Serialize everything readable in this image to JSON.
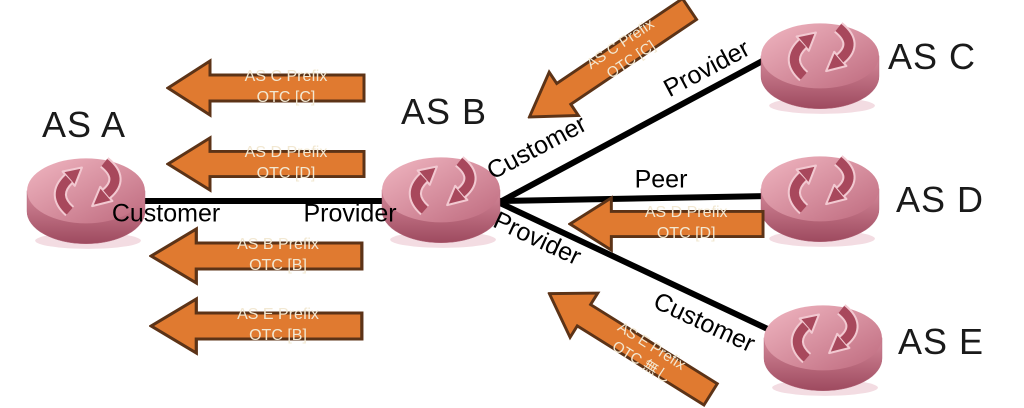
{
  "diagram": {
    "title": "BGP OTC (Only To Customer) route propagation diagram",
    "nodes": [
      {
        "id": "as-a",
        "label": "AS A"
      },
      {
        "id": "as-b",
        "label": "AS B"
      },
      {
        "id": "as-c",
        "label": "AS C"
      },
      {
        "id": "as-d",
        "label": "AS D"
      },
      {
        "id": "as-e",
        "label": "AS E"
      }
    ],
    "links": [
      {
        "id": "a-b",
        "left_label": "Customer",
        "right_label": "Provider"
      },
      {
        "id": "b-c",
        "near_label": "Customer",
        "far_label": "Provider"
      },
      {
        "id": "b-d",
        "label": "Peer"
      },
      {
        "id": "b-e",
        "near_label": "Provider",
        "far_label": "Customer"
      }
    ],
    "announcements": [
      {
        "id": "b-to-a-c-prefix",
        "line1": "AS C Prefix",
        "line2": "OTC [C]"
      },
      {
        "id": "b-to-a-d-prefix",
        "line1": "AS D Prefix",
        "line2": "OTC [D]"
      },
      {
        "id": "b-to-a-b-prefix",
        "line1": "AS B Prefix",
        "line2": "OTC [B]"
      },
      {
        "id": "b-to-a-e-prefix",
        "line1": "AS E Prefix",
        "line2": "OTC [B]"
      },
      {
        "id": "c-to-b-c-prefix",
        "line1": "AS C Prefix",
        "line2": "OTC [C]"
      },
      {
        "id": "d-to-b-d-prefix",
        "line1": "AS D Prefix",
        "line2": "OTC [D]"
      },
      {
        "id": "e-to-b-e-prefix",
        "line1": "AS E Prefix",
        "line2": "OTC 無し"
      }
    ],
    "colors": {
      "arrow_fill": "#E07A30",
      "arrow_border": "#5C3317",
      "arrow_text": "#F2E8D2",
      "link_line": "#000000",
      "router_pink": "#C57184",
      "label_text": "#1A1A1A"
    }
  }
}
